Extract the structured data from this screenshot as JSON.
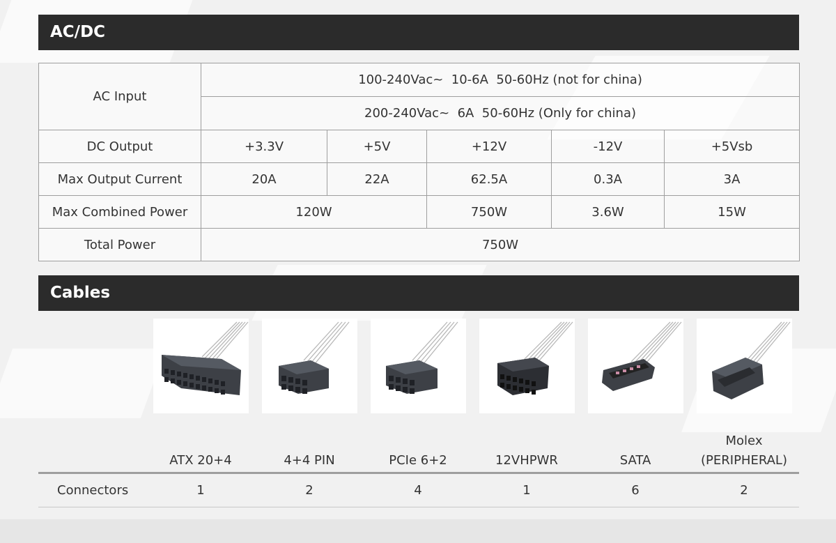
{
  "acdc": {
    "title": "AC/DC",
    "ac_input_label": "AC Input",
    "ac_input_line1": "100-240Vac~  10-6A  50-60Hz (not for china)",
    "ac_input_line2": "200-240Vac~  6A  50-60Hz (Only for china)",
    "dc_output_label": "DC Output",
    "dc_output": [
      "+3.3V",
      "+5V",
      "+12V",
      "-12V",
      "+5Vsb"
    ],
    "max_current_label": "Max Output Current",
    "max_current": [
      "20A",
      "22A",
      "62.5A",
      "0.3A",
      "3A"
    ],
    "max_combined_label": "Max Combined Power",
    "max_combined": [
      "120W",
      "750W",
      "3.6W",
      "15W"
    ],
    "total_power_label": "Total Power",
    "total_power": "750W"
  },
  "cables": {
    "title": "Cables",
    "items": [
      {
        "name": "ATX 20+4",
        "icon": "atx-connector-icon"
      },
      {
        "name": "4+4 PIN",
        "icon": "eps-connector-icon"
      },
      {
        "name": "PCIe 6+2",
        "icon": "pcie-connector-icon"
      },
      {
        "name": "12VHPWR",
        "icon": "12vhpwr-connector-icon"
      },
      {
        "name": "SATA",
        "icon": "sata-connector-icon"
      },
      {
        "name_line1": "Molex",
        "name_line2": "(PERIPHERAL)",
        "icon": "molex-connector-icon"
      }
    ],
    "connectors_label": "Connectors",
    "connectors": [
      "1",
      "2",
      "4",
      "1",
      "6",
      "2"
    ]
  },
  "colors": {
    "header_bg": "#2b2b2b",
    "border": "#9e9e9e",
    "text": "#333333"
  }
}
